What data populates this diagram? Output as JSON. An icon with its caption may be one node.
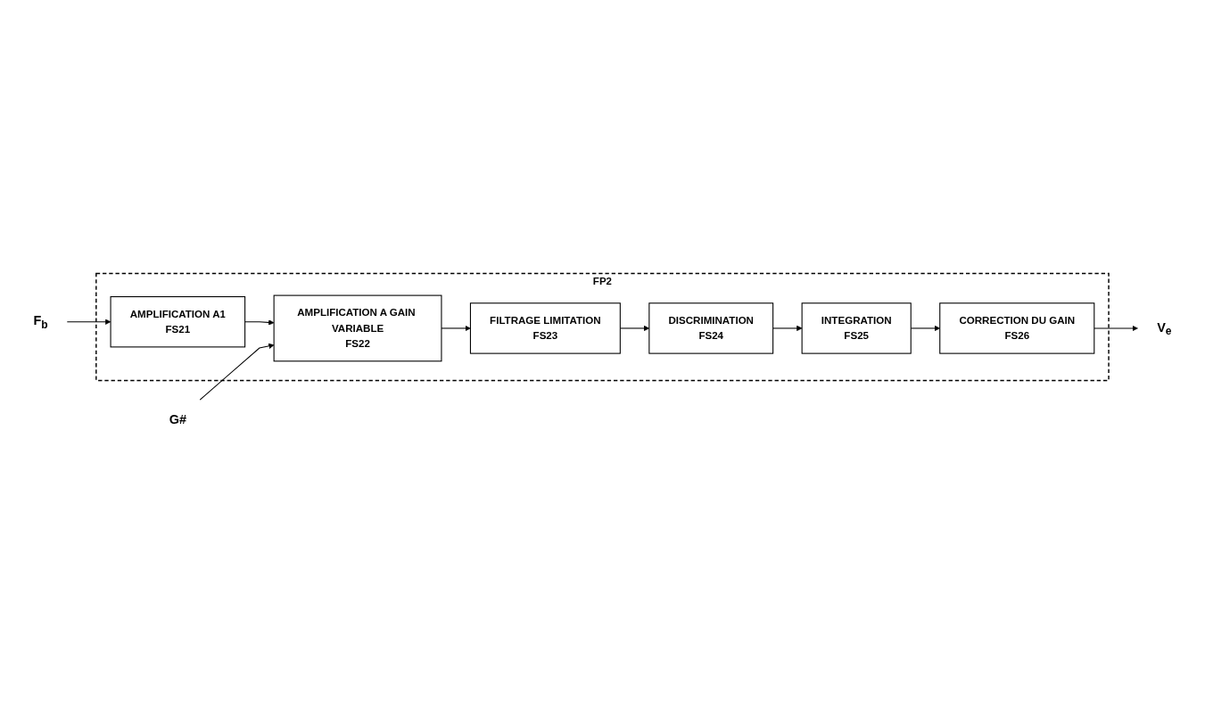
{
  "diagram": {
    "nodes": [
      {
        "text": [
          "FP2"
        ]
      },
      {
        "text": [
          "AMPLIFICATION A1",
          "FS21"
        ],
        "in": 0
      },
      {
        "text": [
          "AMPLIFICATION A GAIN VARIABLE",
          "FS22"
        ],
        "in": 0
      },
      {
        "text": [
          "FILTRAGE LIMITATION",
          "FS23"
        ],
        "in": 0
      },
      {
        "text": [
          "DISCRIMINATION",
          "FS24"
        ],
        "in": 0
      },
      {
        "text": [
          "INTEGRATION",
          "FS25"
        ],
        "in": 0
      },
      {
        "text": [
          "CORRECTION DU GAIN",
          "FS26"
        ],
        "in": 0
      },
      {
        "text": [
          "F$_{b}$"
        ]
      },
      {
        "text": [
          "G#"
        ]
      },
      {
        "text": [
          "V$_{e}$"
        ]
      }
    ],
    "edges": [
      {
        "from": 7,
        "to": 1,
        "arrow": "to"
      },
      {
        "from": 1,
        "to": 2,
        "arrow": "to"
      },
      {
        "from": 8,
        "to": 2,
        "arrow": "to"
      },
      {
        "from": 2,
        "to": 3,
        "arrow": "to"
      },
      {
        "from": 3,
        "to": 4,
        "arrow": "to"
      },
      {
        "from": 4,
        "to": 5,
        "arrow": "to"
      },
      {
        "from": 5,
        "to": 6,
        "arrow": "to"
      },
      {
        "from": 6,
        "to": 9,
        "arrow": "to"
      }
    ]
  }
}
